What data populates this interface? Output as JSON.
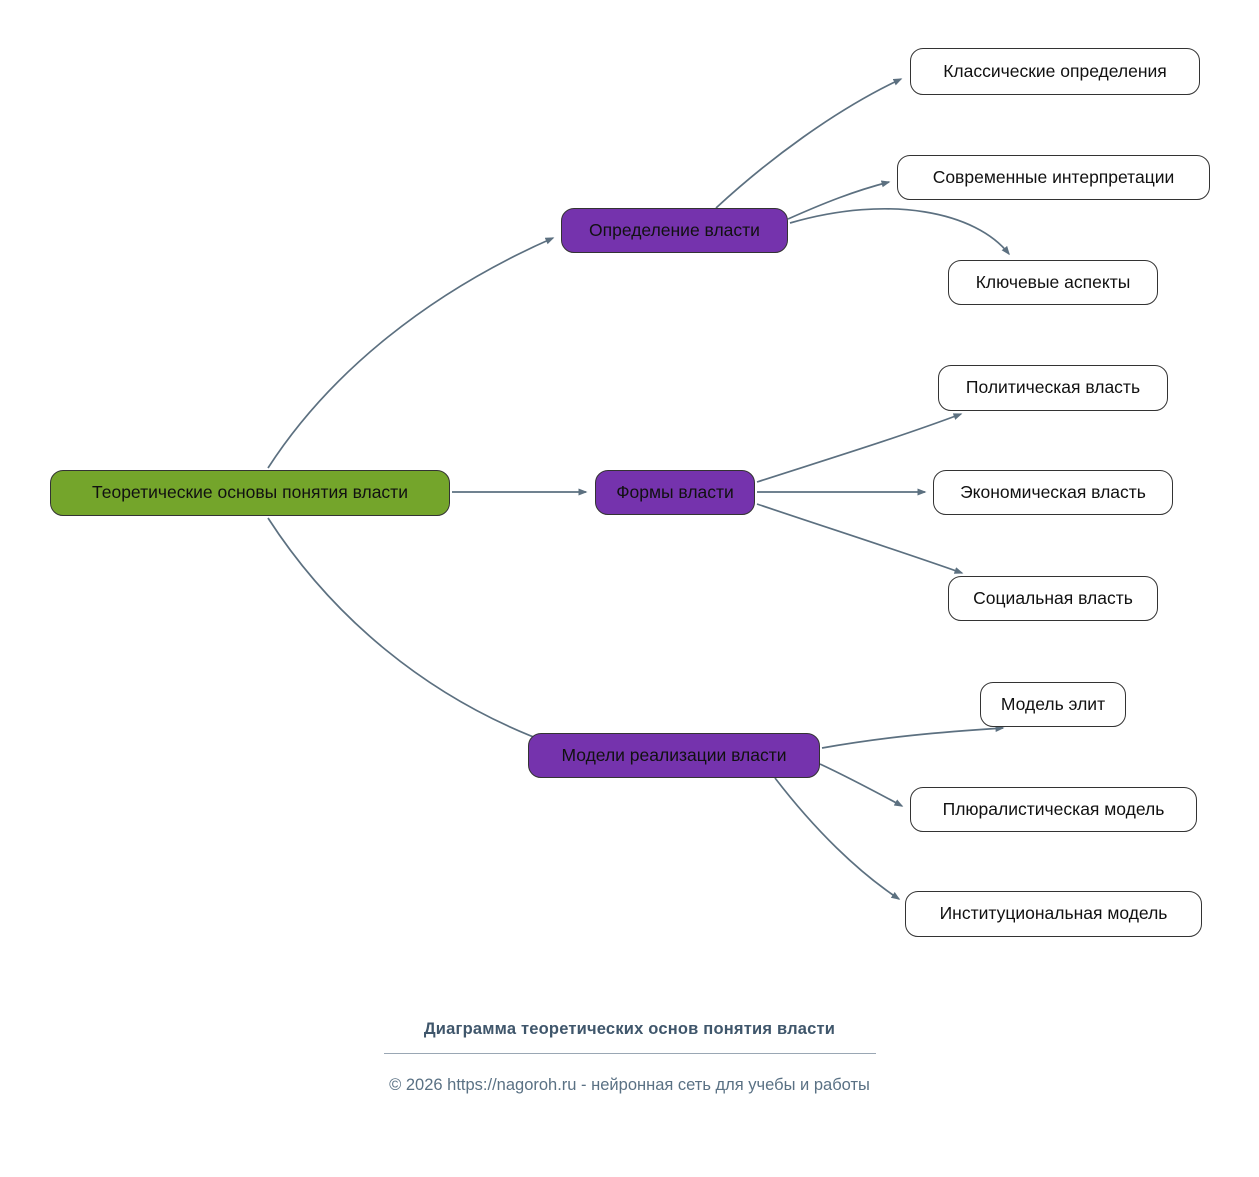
{
  "diagram": {
    "root": {
      "label": "Теоретические основы понятия власти"
    },
    "branches": [
      {
        "label": "Определение власти",
        "children": [
          "Классические определения",
          "Современные интерпретации",
          "Ключевые аспекты"
        ]
      },
      {
        "label": "Формы власти",
        "children": [
          "Политическая власть",
          "Экономическая власть",
          "Социальная власть"
        ]
      },
      {
        "label": "Модели реализации власти",
        "children": [
          "Модель элит",
          "Плюралистическая модель",
          "Институциональная модель"
        ]
      }
    ]
  },
  "footer": {
    "title": "Диаграмма теоретических основ понятия власти",
    "copyright": "© 2026 https://nagoroh.ru - нейронная сеть для учебы и работы"
  },
  "colors": {
    "root-fill": "#74A52B",
    "branch-fill": "#7533AD",
    "leaf-fill": "#FFFFFF",
    "node-border": "#333333",
    "edge": "#5C7080",
    "footer-title": "#3F566B",
    "footer-copy": "#5A7184",
    "bg": "#FFFFFF"
  }
}
